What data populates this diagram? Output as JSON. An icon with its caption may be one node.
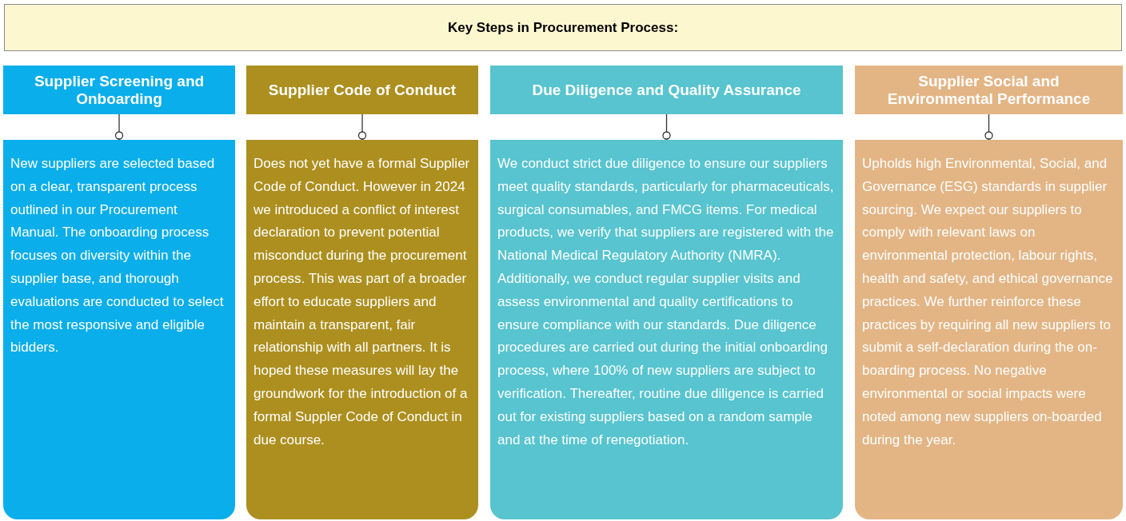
{
  "diagram": {
    "title": "Key Steps in Procurement Process:",
    "nodes": [
      {
        "text": [
          "Supplier Screening and Onboarding"
        ]
      },
      {
        "text": [
          "Supplier Code of Conduct"
        ]
      },
      {
        "text": [
          "Due Diligence and Quality Assurance"
        ]
      },
      {
        "text": [
          "Supplier Social and Environmental Performance"
        ]
      },
      {
        "text": [
          "New suppliers are selected based on a clear, transparent process outlined in our Procurement Manual. The onboarding process focuses on diversity within the supplier base, and thorough evaluations are conducted to select the most responsive and eligible bidders."
        ]
      },
      {
        "text": [
          "Does not yet have a formal Supplier Code of Conduct. However in 2024 we introduced a conflict of interest declaration to prevent potential misconduct during the procurement process. This was part of a broader effort to educate suppliers and maintain a transparent, fair relationship with all partners. It is hoped these measures will lay the groundwork for the introduction of a formal Suppler Code of Conduct in due course."
        ]
      },
      {
        "text": [
          "We conduct strict due diligence to ensure our suppliers meet quality standards, particularly for pharmaceuticals, surgical consumables, and FMCG items. For medical products, we verify that suppliers are registered with the National Medical Regulatory Authority (NMRA). Additionally, we conduct regular supplier visits and assess environmental and quality certifications to ensure compliance with our standards. Due diligence procedures are carried out during the initial onboarding process, where 100% of new suppliers are subject to verification.  Thereafter, routine due diligence is carried out for  existing suppliers based on a random sample and at the time of renegotiation."
        ]
      },
      {
        "text": [
          "Upholds high Environmental, Social, and Governance (ESG) standards in supplier sourcing. We expect our suppliers to comply with relevant laws on environmental protection, labour rights, health and safety, and ethical governance practices. We further reinforce these practices by requiring all new suppliers to submit a self-declaration during the on-boarding process. No negative environmental or social impacts were noted among new suppliers on-boarded during the year."
        ]
      }
    ],
    "edges": [
      {
        "from": 0,
        "to": 4,
        "arrow": "other"
      },
      {
        "from": 1,
        "to": 5,
        "arrow": "other"
      },
      {
        "from": 2,
        "to": 6,
        "arrow": "other"
      },
      {
        "from": 3,
        "to": 7,
        "arrow": "other"
      }
    ]
  }
}
